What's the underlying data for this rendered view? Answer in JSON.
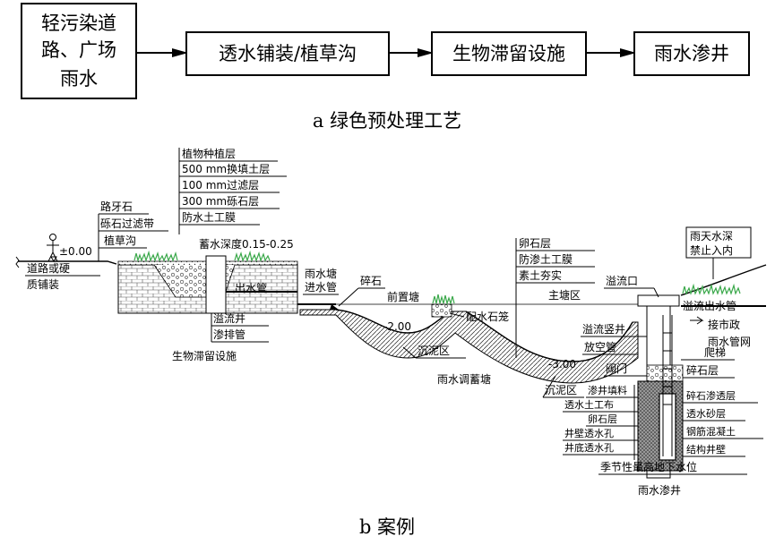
{
  "part_a": {
    "steps": [
      "轻污染道",
      "路、广场",
      "雨水",
      "透水铺装/植草沟",
      "生物滞留设施",
      "雨水渗井"
    ],
    "caption": "a 绿色预处理工艺"
  },
  "part_b": {
    "caption": "b 案例",
    "layers_left": [
      "植物种植层",
      "500 mm换填土层",
      "100 mm过滤层",
      "300 mm砾石层",
      "防水土工膜"
    ],
    "left_labels": [
      "路牙石",
      "砾石过滤带",
      "植草沟",
      "±0.00",
      "道路或硬",
      "质铺装",
      "蓄水深度0.15-0.25",
      "出水管",
      "溢流井",
      "渗排管",
      "生物滞留设施"
    ],
    "mid_labels": [
      "雨水塘",
      "进水管",
      "碎石",
      "前置塘",
      "-2.00",
      "配水石笼",
      "沉泥区",
      "雨水调蓄塘",
      "-3.00",
      "沉泥区",
      "主塘区"
    ],
    "pond_layers": [
      "卵石层",
      "防渗土工膜",
      "素土夯实"
    ],
    "right_top": [
      "雨天水深",
      "禁止入内"
    ],
    "right_labels": [
      "溢流口",
      "溢流出水管",
      "接市政",
      "雨水管网",
      "溢流竖井",
      "放空管",
      "爬梯",
      "阀门",
      "碎石层",
      "渗井填料",
      "碎石渗透层",
      "透水土工布",
      "透水砂层",
      "卵石层",
      "钢筋混凝土",
      "井壁透水孔",
      "结构井壁",
      "井底透水孔",
      "季节性最高地下水位",
      "雨水渗井"
    ]
  }
}
